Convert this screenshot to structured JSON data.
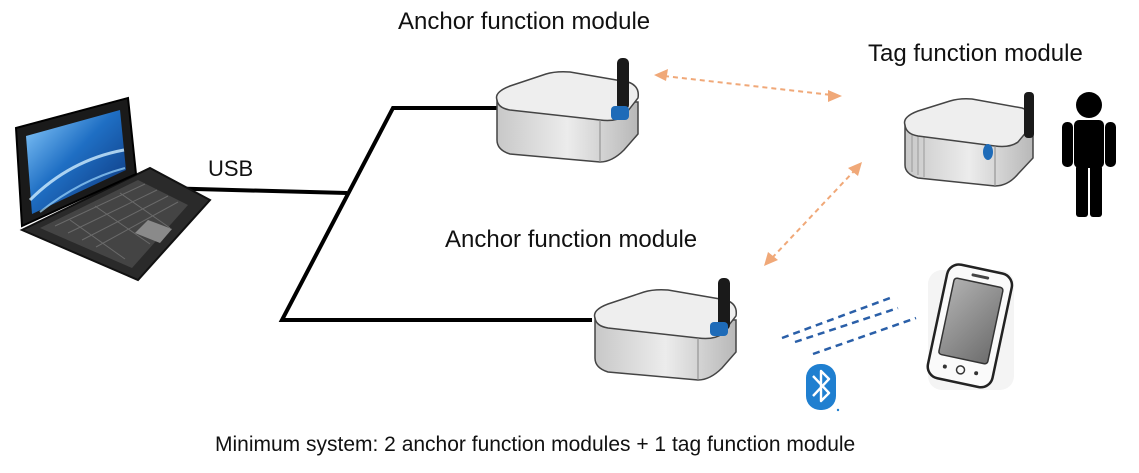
{
  "labels": {
    "anchor_top": "Anchor function module",
    "anchor_bottom": "Anchor function module",
    "tag": "Tag function module",
    "usb": "USB",
    "caption": "Minimum system: 2 anchor function modules + 1 tag function module"
  },
  "colors": {
    "cable": "#000000",
    "uwb_link": "#f0a878",
    "bluetooth_wave": "#2a5fa8",
    "bluetooth_badge": "#1f7fd0",
    "module_body": "#d9d9d9",
    "module_top": "#eeeeee",
    "module_outline": "#444444",
    "antenna": "#1a1a1a",
    "led": "#1e6bb8",
    "laptop_screen": "#1f6fc4",
    "person": "#000000"
  },
  "icons": {
    "computer": "laptop-icon",
    "person": "person-icon",
    "phone": "smartphone-icon",
    "bluetooth": "bluetooth-icon"
  }
}
